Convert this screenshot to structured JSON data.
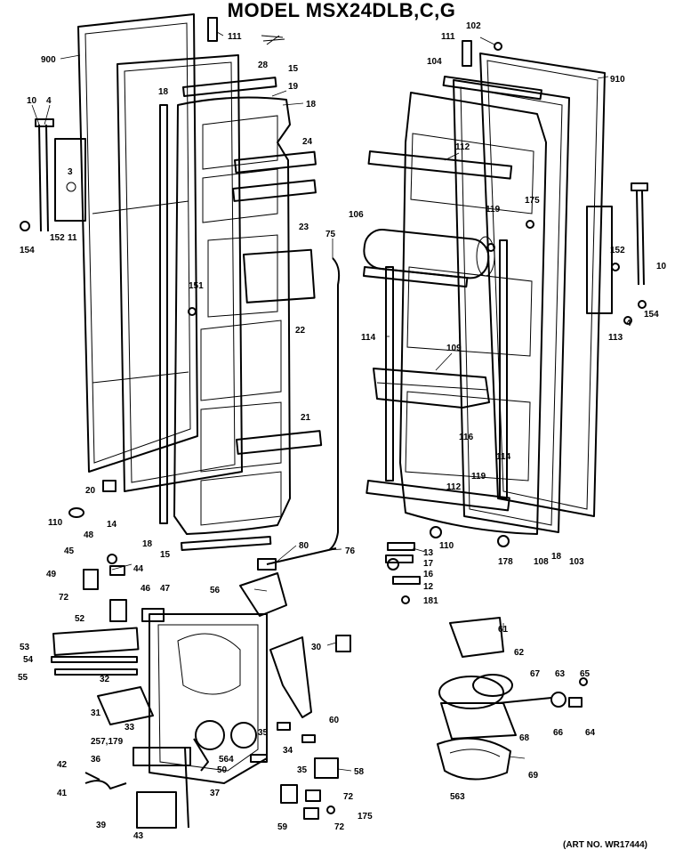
{
  "header": {
    "title": "MODEL MSX24DLB,C,G"
  },
  "footer": {
    "art_number": "(ART NO. WR17444)"
  },
  "labels": {
    "l900": "900",
    "l10a": "10",
    "l4": "4",
    "l3": "3",
    "l152a": "152",
    "l11": "11",
    "l154a": "154",
    "l111a": "111",
    "l28": "28",
    "l15a": "15",
    "l19": "19",
    "l18a": "18",
    "l18b": "18",
    "l24": "24",
    "l23": "23",
    "l151": "151",
    "l22": "22",
    "l21": "21",
    "l20": "20",
    "l110a": "110",
    "l14": "14",
    "l18c": "18",
    "l15b": "15",
    "l80": "80",
    "l76": "76",
    "l75": "75",
    "l102": "102",
    "l111b": "111",
    "l104": "104",
    "l910": "910",
    "l112a": "112",
    "l175a": "175",
    "l119a": "119",
    "l106": "106",
    "l114a": "114",
    "l109": "109",
    "l116": "116",
    "l114b": "114",
    "l119b": "119",
    "l112b": "112",
    "l110b": "110",
    "l178": "178",
    "l108": "108",
    "l18d": "18",
    "l103": "103",
    "l152b": "152",
    "l10b": "10",
    "l113": "113",
    "l154b": "154",
    "l4b": "4",
    "l13": "13",
    "l17": "17",
    "l16": "16",
    "l12": "12",
    "l181": "181",
    "l48": "48",
    "l45": "45",
    "l44": "44",
    "l49": "49",
    "l72a": "72",
    "l46": "46",
    "l47": "47",
    "l52": "52",
    "l56": "56",
    "l53": "53",
    "l54": "54",
    "l55": "55",
    "l32": "32",
    "l31": "31",
    "l30": "30",
    "l33": "33",
    "l60": "60",
    "l35a": "35",
    "l257": "257,179",
    "l36": "36",
    "l564": "564",
    "l34": "34",
    "l50": "50",
    "l35b": "35",
    "l42": "42",
    "l41": "41",
    "l37": "37",
    "l58": "58",
    "l72b": "72",
    "l39": "39",
    "l43": "43",
    "l59": "59",
    "l175b": "175",
    "l72c": "72",
    "l61": "61",
    "l62": "62",
    "l67": "67",
    "l63": "63",
    "l65": "65",
    "l66": "66",
    "l64": "64",
    "l68": "68",
    "l69": "69",
    "l563": "563"
  }
}
